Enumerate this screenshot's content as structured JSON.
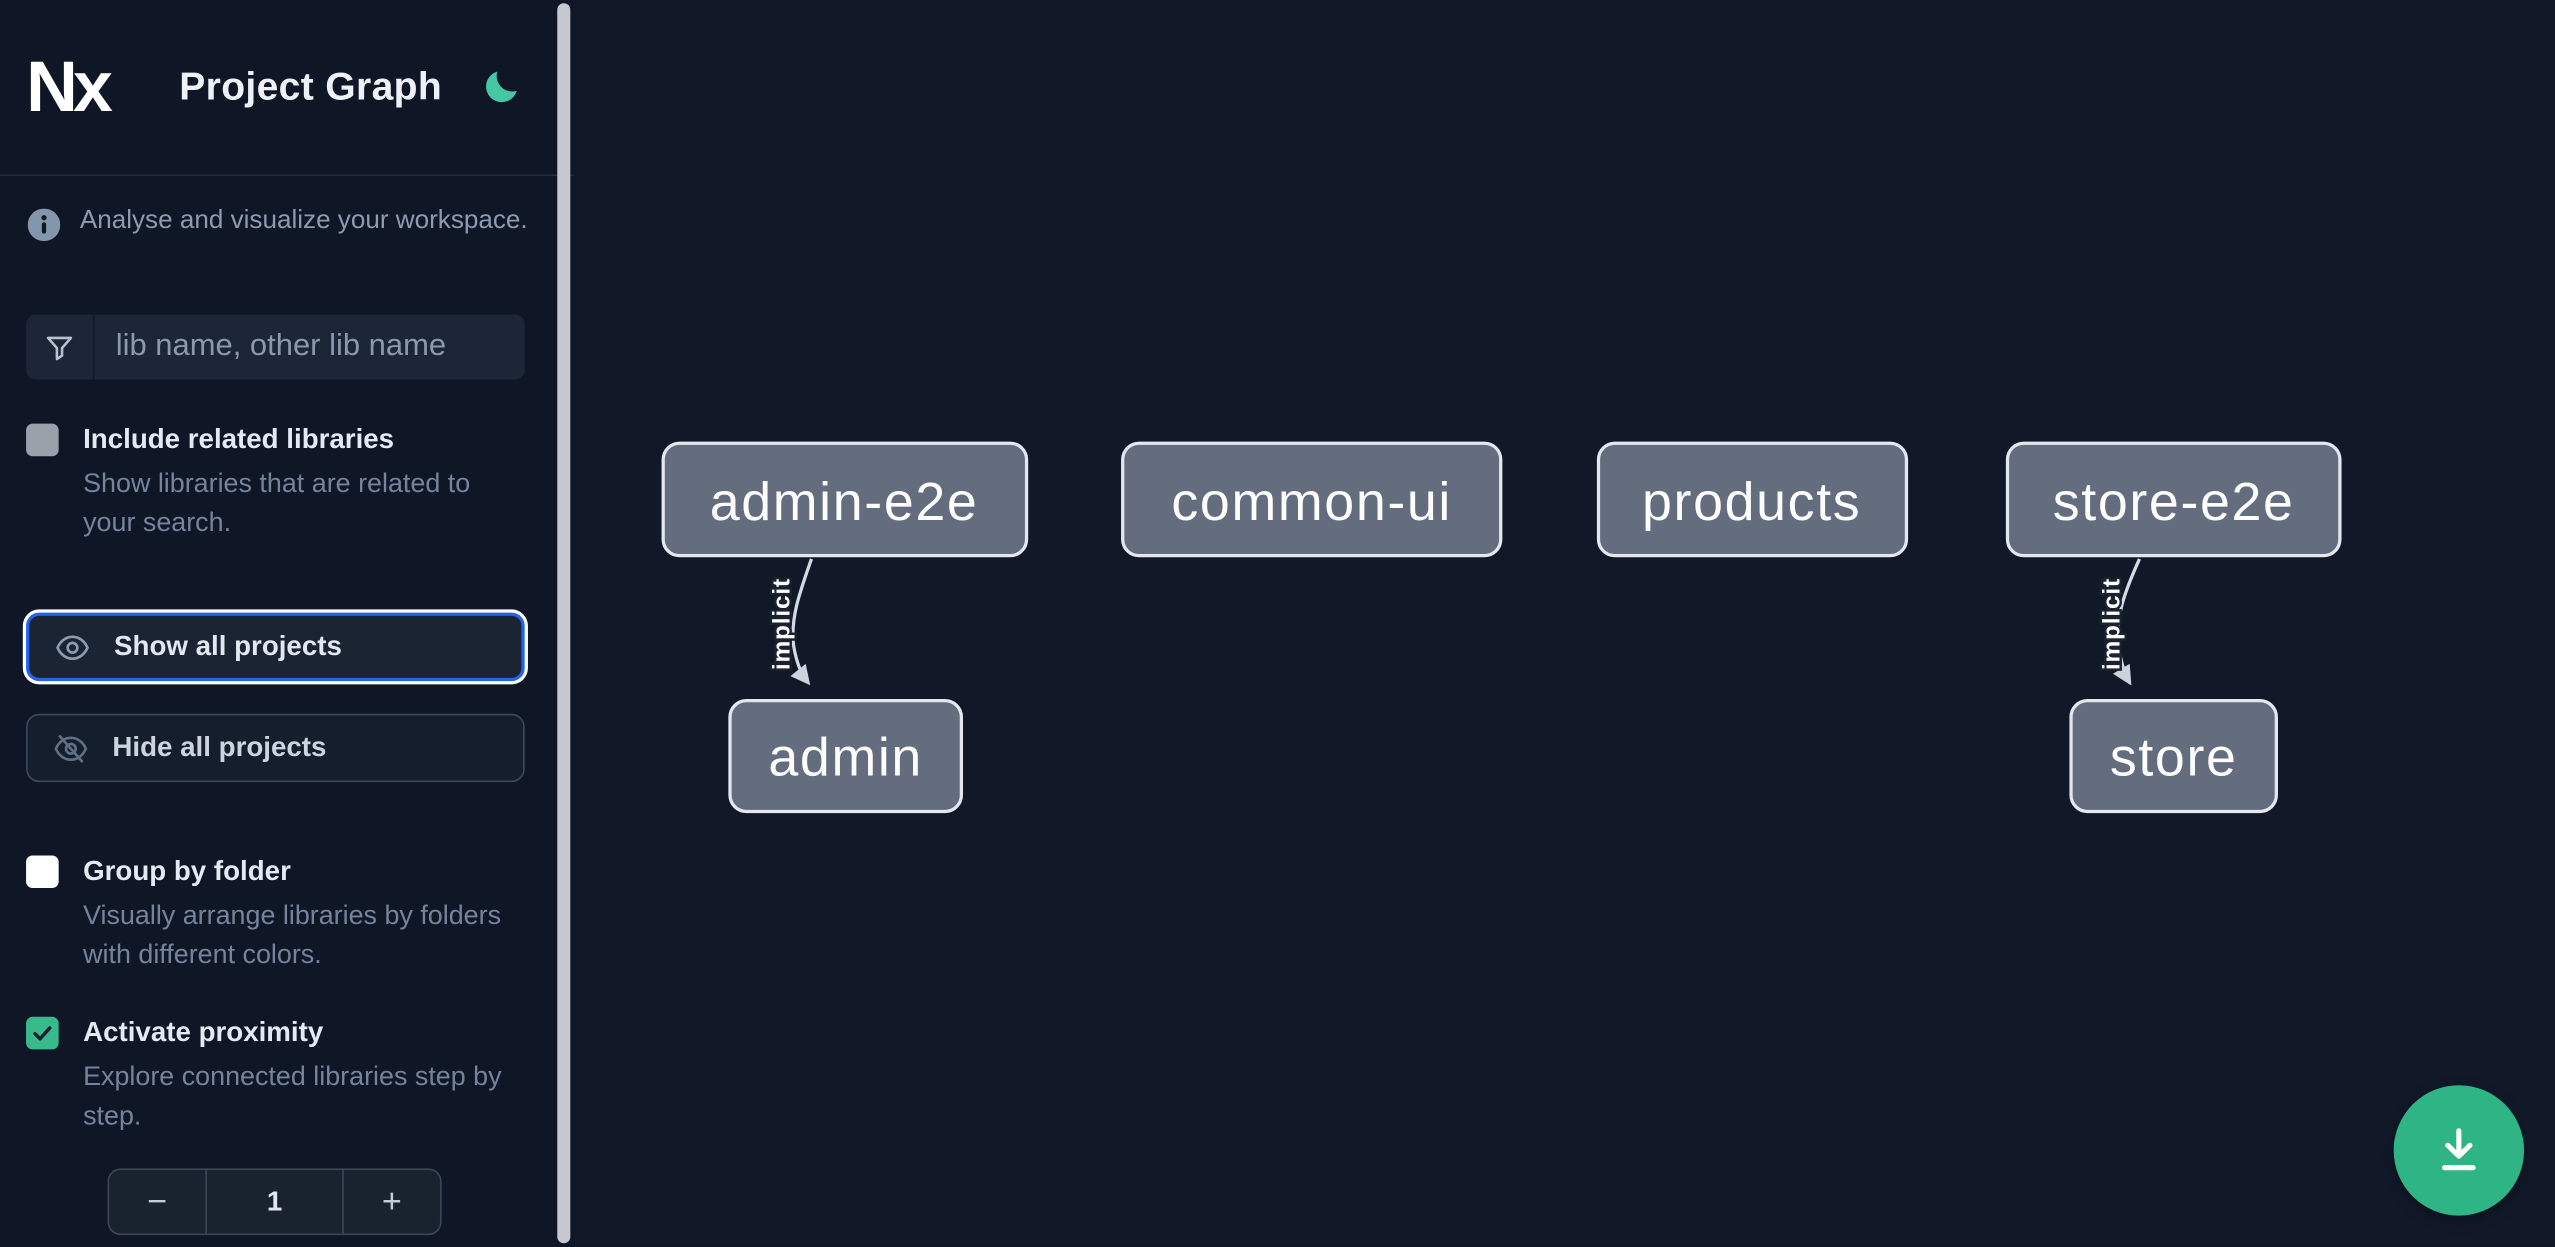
{
  "app": {
    "logo_text": "Nx",
    "title": "Project Graph"
  },
  "sidebar": {
    "tagline": "Analyse and visualize your workspace.",
    "filter": {
      "placeholder": "lib name, other lib name",
      "value": ""
    },
    "include_related": {
      "label": "Include related libraries",
      "description": "Show libraries that are related to your search.",
      "checked": false
    },
    "actions": {
      "show_all_label": "Show all projects",
      "hide_all_label": "Hide all projects"
    },
    "group_by_folder": {
      "label": "Group by folder",
      "description": "Visually arrange libraries by folders with different colors.",
      "checked": false
    },
    "activate_proximity": {
      "label": "Activate proximity",
      "description": "Explore connected libraries step by step.",
      "checked": true
    },
    "proximity_stepper": {
      "decrement_label": "−",
      "value": "1",
      "increment_label": "+"
    }
  },
  "graph": {
    "nodes": [
      {
        "label": "admin-e2e"
      },
      {
        "label": "common-ui"
      },
      {
        "label": "products"
      },
      {
        "label": "store-e2e"
      },
      {
        "label": "admin"
      },
      {
        "label": "store"
      }
    ],
    "edges": [
      {
        "from": "admin-e2e",
        "to": "admin",
        "label": "implicit"
      },
      {
        "from": "store-e2e",
        "to": "store",
        "label": "implicit"
      }
    ]
  },
  "icons": {
    "theme_toggle": "moon-icon",
    "tagline": "info-icon",
    "filter": "funnel-icon",
    "show_all": "eye-icon",
    "hide_all": "eye-slash-icon",
    "fab": "download-icon"
  },
  "colors": {
    "sidebar_bg": "#0f1626",
    "canvas_bg": "#111929",
    "accent_green": "#2fb585",
    "moon_green": "#45c7a3",
    "checkbox_checked": "#38ba8d",
    "focus_blue": "#2563eb",
    "node_fill": "#646d7d",
    "node_border": "#e3e8ee",
    "edge_color": "#d4dae2"
  }
}
